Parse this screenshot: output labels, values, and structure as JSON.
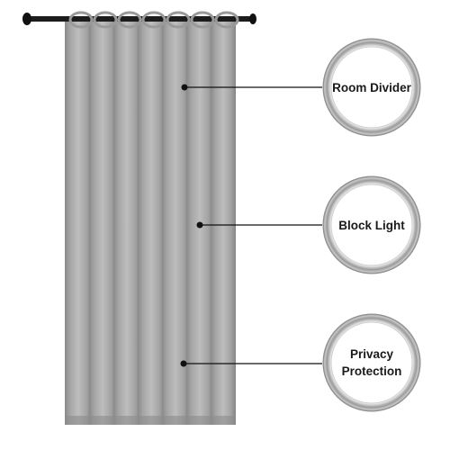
{
  "product_image": {
    "subject": "gray-grommet-curtain-panel",
    "colors": {
      "curtain": "#a3a3a3",
      "curtain_shadow": "#7f7f7f",
      "curtain_highlight": "#c0c0c0",
      "rod": "#1c1c1c",
      "ring_silver": "#b8b8b8",
      "background": "#ffffff"
    }
  },
  "callouts": [
    {
      "name": "room-divider",
      "lines": [
        "Room Divider"
      ]
    },
    {
      "name": "block-light",
      "lines": [
        "Block Light"
      ]
    },
    {
      "name": "privacy-protection",
      "lines": [
        "Privacy",
        "Protection"
      ]
    }
  ]
}
